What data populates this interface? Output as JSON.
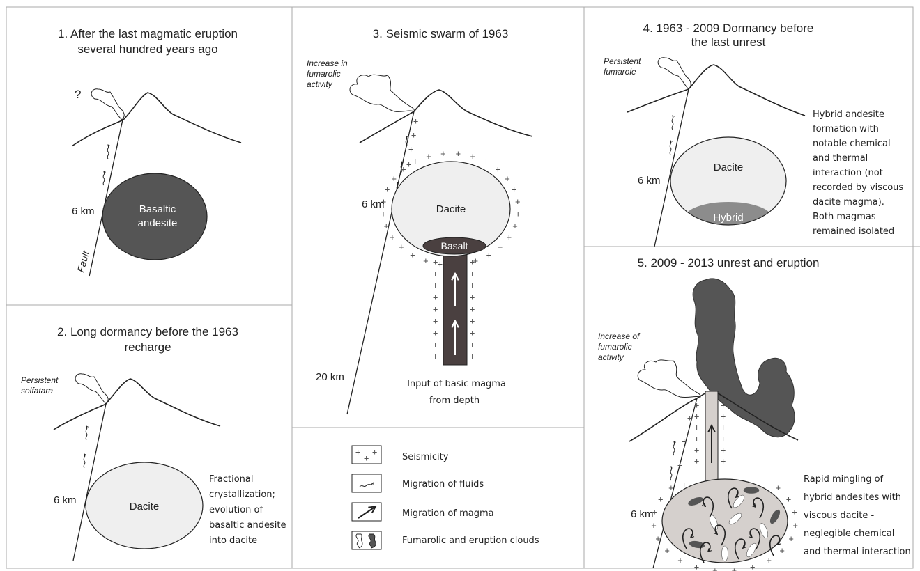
{
  "colors": {
    "dark_magma": "#555555",
    "dacite": "#efefef",
    "hybrid": "#8c8c8c",
    "conduit": "#4a4040",
    "panel_border": "#aaaaaa"
  },
  "panel1": {
    "title_line1": "1. After the last magmatic eruption",
    "title_line2": "several hundred years ago",
    "question": "?",
    "depth": "6 km",
    "chamber_line1": "Basaltic",
    "chamber_line2": "andesite",
    "fault": "Fault"
  },
  "panel2": {
    "title_line1": "2. Long dormancy before the 1963",
    "title_line2": "recharge",
    "cloud_line1": "Persistent",
    "cloud_line2": "solfatara",
    "depth": "6 km",
    "chamber": "Dacite",
    "note_lines": [
      "Fractional",
      "crystallization;",
      "evolution of",
      "basaltic andesite",
      "into  dacite"
    ]
  },
  "panel3": {
    "title": "3. Seismic swarm of 1963",
    "cloud_lines": [
      "Increase in",
      "fumarolic",
      "activity"
    ],
    "depth_shallow": "6 km",
    "depth_deep": "20 km",
    "chamber": "Dacite",
    "basalt": "Basalt",
    "input_line1": "Input of basic magma",
    "input_line2": "from depth"
  },
  "panel4": {
    "title_line1": "4. 1963 - 2009 Dormancy before",
    "title_line2": "the last unrest",
    "cloud_line1": "Persistent",
    "cloud_line2": "fumarole",
    "depth": "6 km",
    "chamber": "Dacite",
    "hybrid": "Hybrid",
    "note_lines": [
      "Hybrid andesite",
      "formation with",
      "notable chemical",
      "and thermal",
      "interaction (not",
      "recorded by viscous",
      "dacite magma).",
      "Both magmas",
      "remained isolated"
    ]
  },
  "panel5": {
    "title": "5. 2009 - 2013 unrest and eruption",
    "cloud_lines": [
      "Increase of",
      "fumarolic",
      "activity"
    ],
    "depth": "6 km",
    "note_lines": [
      "Rapid mingling of",
      "hybrid andesites with",
      "viscous dacite -",
      "neglegible chemical",
      "and thermal interaction"
    ]
  },
  "legend": {
    "items": [
      {
        "symbol": "seismicity-symbol",
        "label": "Seismicity"
      },
      {
        "symbol": "fluids-symbol",
        "label": "Migration of fluids"
      },
      {
        "symbol": "magma-arrow-symbol",
        "label": "Migration of magma"
      },
      {
        "symbol": "clouds-symbol",
        "label": "Fumarolic and eruption clouds"
      }
    ]
  }
}
